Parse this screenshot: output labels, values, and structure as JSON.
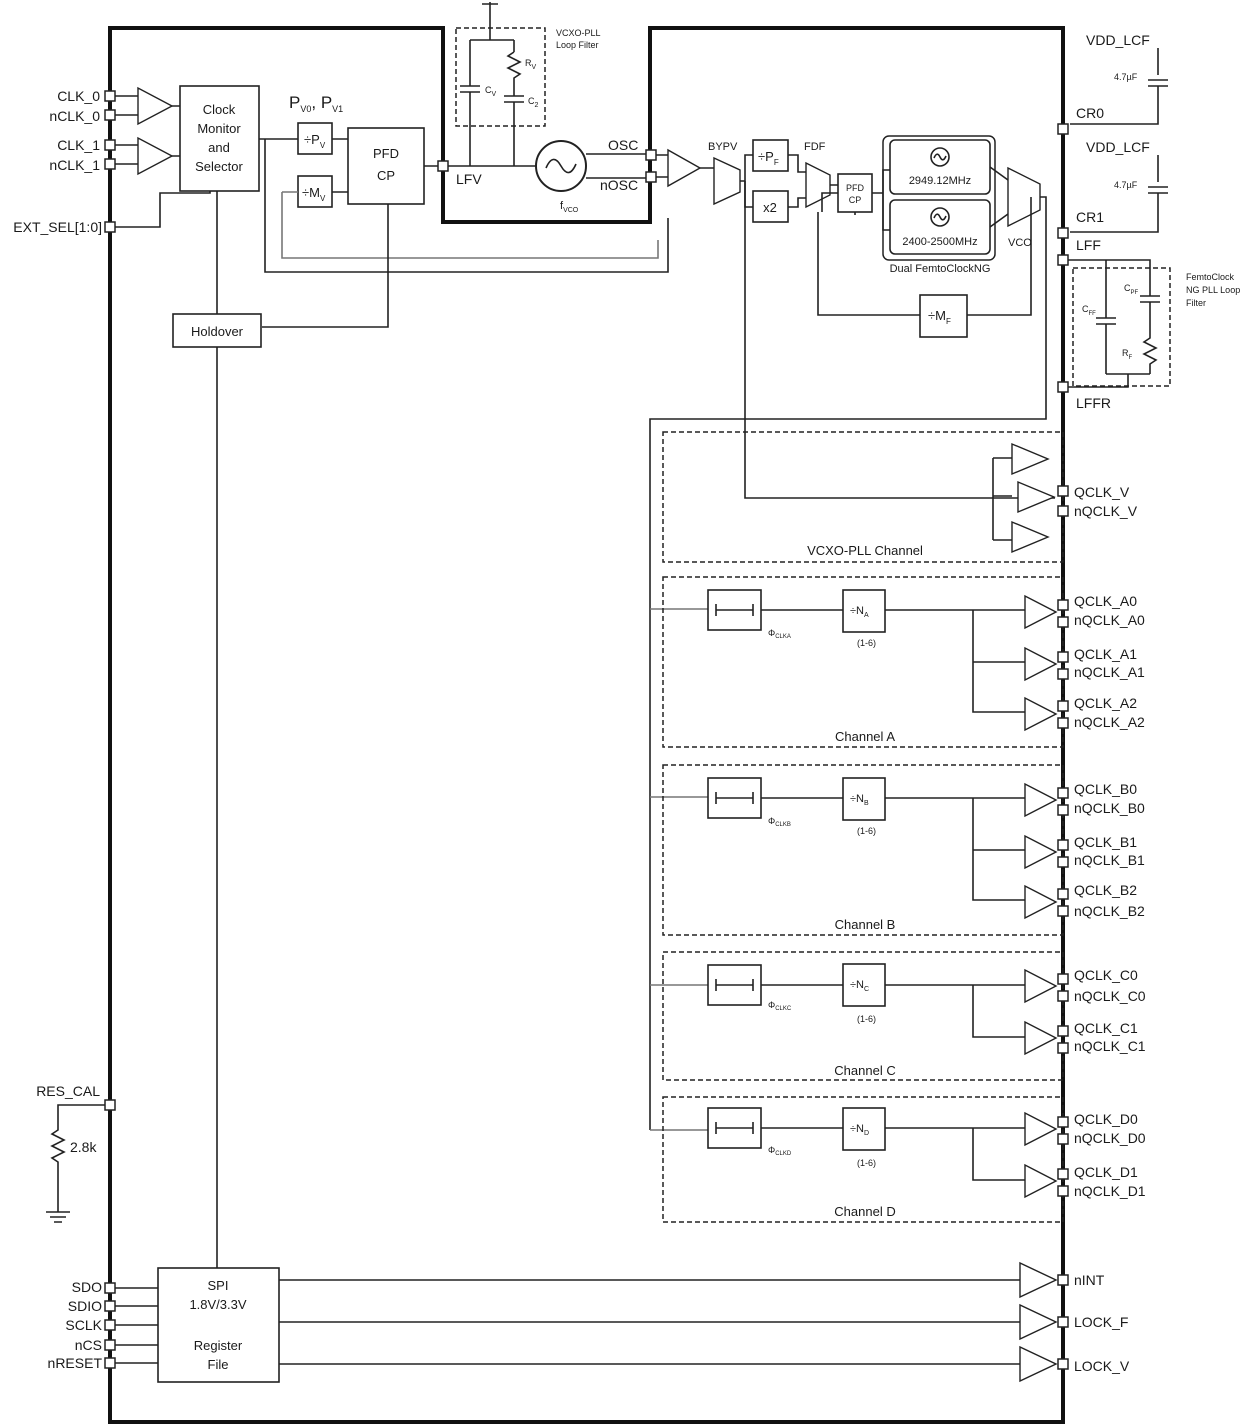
{
  "inputs": {
    "clk0": "CLK_0",
    "nclk0": "nCLK_0",
    "clk1": "CLK_1",
    "nclk1": "nCLK_1",
    "ext_sel": "EXT_SEL[1:0]",
    "res_cal": "RES_CAL",
    "res_value": "2.8k",
    "sdo": "SDO",
    "sdio": "SDIO",
    "sclk": "SCLK",
    "ncs": "nCS",
    "nreset": "nRESET"
  },
  "blocks": {
    "clock_monitor": [
      "Clock",
      "Monitor",
      "and",
      "Selector"
    ],
    "pv_labels": "P",
    "pv_sub0": "V0",
    "pv_sub1": "V1",
    "div_pv": "÷P",
    "div_pv_sub": "V",
    "div_mv": "÷M",
    "div_mv_sub": "V",
    "pfd_cp": [
      "PFD",
      "CP"
    ],
    "holdover": "Holdover",
    "vcxo_filter": [
      "VCXO-PLL",
      "Loop Filter"
    ],
    "cv": "C",
    "cv_sub": "V",
    "rv": "R",
    "rv_sub": "V",
    "c2": "C",
    "c2_sub": "2",
    "lfv": "LFV",
    "osc": "OSC",
    "nosc": "nOSC",
    "fvco": "f",
    "fvco_sub": "VCO",
    "bypv": "BYPV",
    "div_pf": "÷P",
    "div_pf_sub": "F",
    "x2": "x2",
    "fdf": "FDF",
    "pfd_cp_small": [
      "PFD",
      "CP"
    ],
    "vco1": "2949.12MHz",
    "vco2": "2400-2500MHz",
    "vco": "VCO",
    "dual_femto": "Dual FemtoClockNG",
    "div_mf": "÷M",
    "div_mf_sub": "F",
    "femto_filter": [
      "FemtoClock",
      "NG PLL Loop",
      "Filter"
    ],
    "cff": "C",
    "cff_sub": "FF",
    "cp_f": "C",
    "cp_f_sub": "PF",
    "rf": "R",
    "rf_sub": "F",
    "spi": [
      "SPI",
      "1.8V/3.3V",
      "Register",
      "File"
    ]
  },
  "right_pins": {
    "vdd_lcf_1": "VDD_LCF",
    "cap1": "4.7µF",
    "cr0": "CR0",
    "vdd_lcf_2": "VDD_LCF",
    "cap2": "4.7µF",
    "cr1": "CR1",
    "lff": "LFF",
    "lffr": "LFFR",
    "nint": "nINT",
    "lock_f": "LOCK_F",
    "lock_v": "LOCK_V"
  },
  "channels": [
    {
      "name": "VCXO-PLL Channel",
      "outputs": [
        [
          "QCLK_V",
          "nQCLK_V"
        ]
      ]
    },
    {
      "name": "Channel A",
      "phase": "Φ",
      "phase_sub": "CLKA",
      "div": "÷N",
      "div_sub": "A",
      "div_note": "(1-6)",
      "outputs": [
        [
          "QCLK_A0",
          "nQCLK_A0"
        ],
        [
          "QCLK_A1",
          "nQCLK_A1"
        ],
        [
          "QCLK_A2",
          "nQCLK_A2"
        ]
      ]
    },
    {
      "name": "Channel B",
      "phase": "Φ",
      "phase_sub": "CLKB",
      "div": "÷N",
      "div_sub": "B",
      "div_note": "(1-6)",
      "outputs": [
        [
          "QCLK_B0",
          "nQCLK_B0"
        ],
        [
          "QCLK_B1",
          "nQCLK_B1"
        ],
        [
          "QCLK_B2",
          "nQCLK_B2"
        ]
      ]
    },
    {
      "name": "Channel C",
      "phase": "Φ",
      "phase_sub": "CLKC",
      "div": "÷N",
      "div_sub": "C",
      "div_note": "(1-6)",
      "outputs": [
        [
          "QCLK_C0",
          "nQCLK_C0"
        ],
        [
          "QCLK_C1",
          "nQCLK_C1"
        ]
      ]
    },
    {
      "name": "Channel D",
      "phase": "Φ",
      "phase_sub": "CLKD",
      "div": "÷N",
      "div_sub": "D",
      "div_note": "(1-6)",
      "outputs": [
        [
          "QCLK_D0",
          "nQCLK_D0"
        ],
        [
          "QCLK_D1",
          "nQCLK_D1"
        ]
      ]
    }
  ]
}
